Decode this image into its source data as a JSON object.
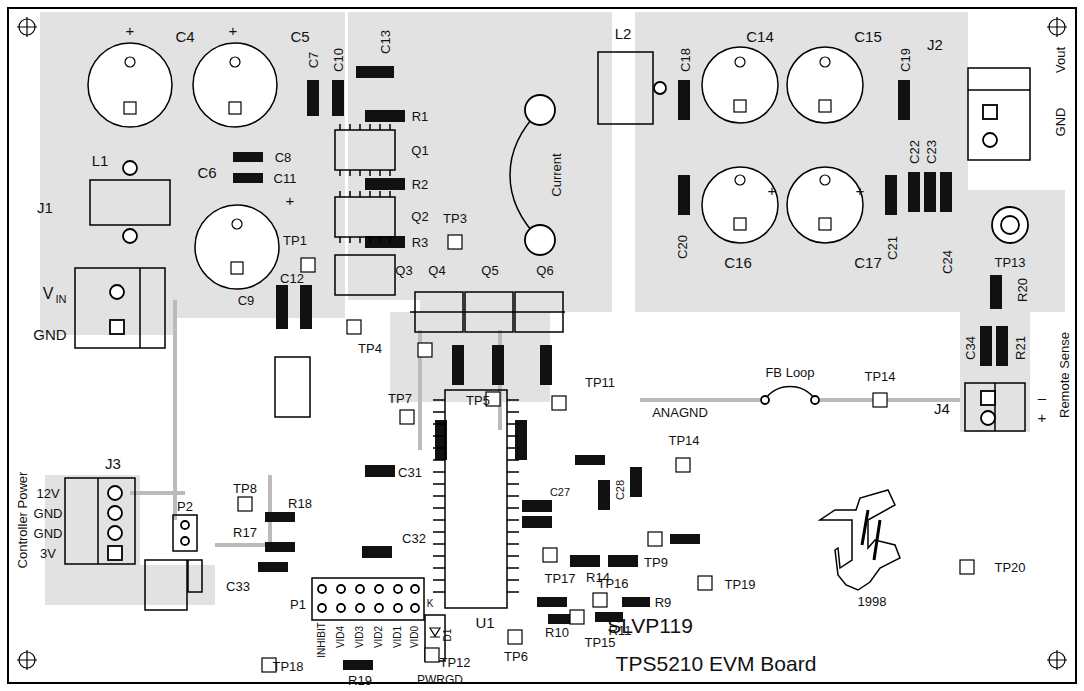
{
  "diagram": {
    "labels": [
      "+",
      "C4",
      "+",
      "C5",
      "C7",
      "C10",
      "C13",
      "R1",
      "Q1",
      "R2",
      "Q2",
      "R3",
      "C8",
      "C11",
      "+",
      "C6",
      "L1",
      "TP1",
      "V",
      "IN",
      "GND",
      "J1",
      "C9",
      "C12",
      "TP3",
      "Current",
      "L2",
      "Q3",
      "Q4",
      "Q5",
      "Q6",
      "TP4",
      "TP5",
      "TP7",
      "C18",
      "C14",
      "C15",
      "C19",
      "J2",
      "Vout",
      "GND",
      "C22",
      "C23",
      "C20",
      "C16",
      "+",
      "C17",
      "+",
      "C21",
      "C24",
      "TP13",
      "R20",
      "C34",
      "R21",
      "Remote Sense",
      "J4",
      "–",
      "+",
      "TP14",
      "FB Loop",
      "ANAGND",
      "TP14",
      "TP11",
      "C27",
      "C28",
      "R14",
      "TP9",
      "TP19",
      "TP17",
      "TP16",
      "R9",
      "R10",
      "R11",
      "TP15",
      "U1",
      "K",
      "D1",
      "PWRGD",
      "R19",
      "TP12",
      "TP6",
      "TP18",
      "INHIBIT",
      "VID4",
      "VID3",
      "VID2",
      "VID1",
      "VID0",
      "P1",
      "J3",
      "12V",
      "GND",
      "GND",
      "3V",
      "Controller Power",
      "P2",
      "TP8",
      "R18",
      "R17",
      "C32",
      "C33",
      "C31",
      "1998",
      "TP20",
      "SLVP119",
      "TPS5210 EVM Board"
    ]
  }
}
